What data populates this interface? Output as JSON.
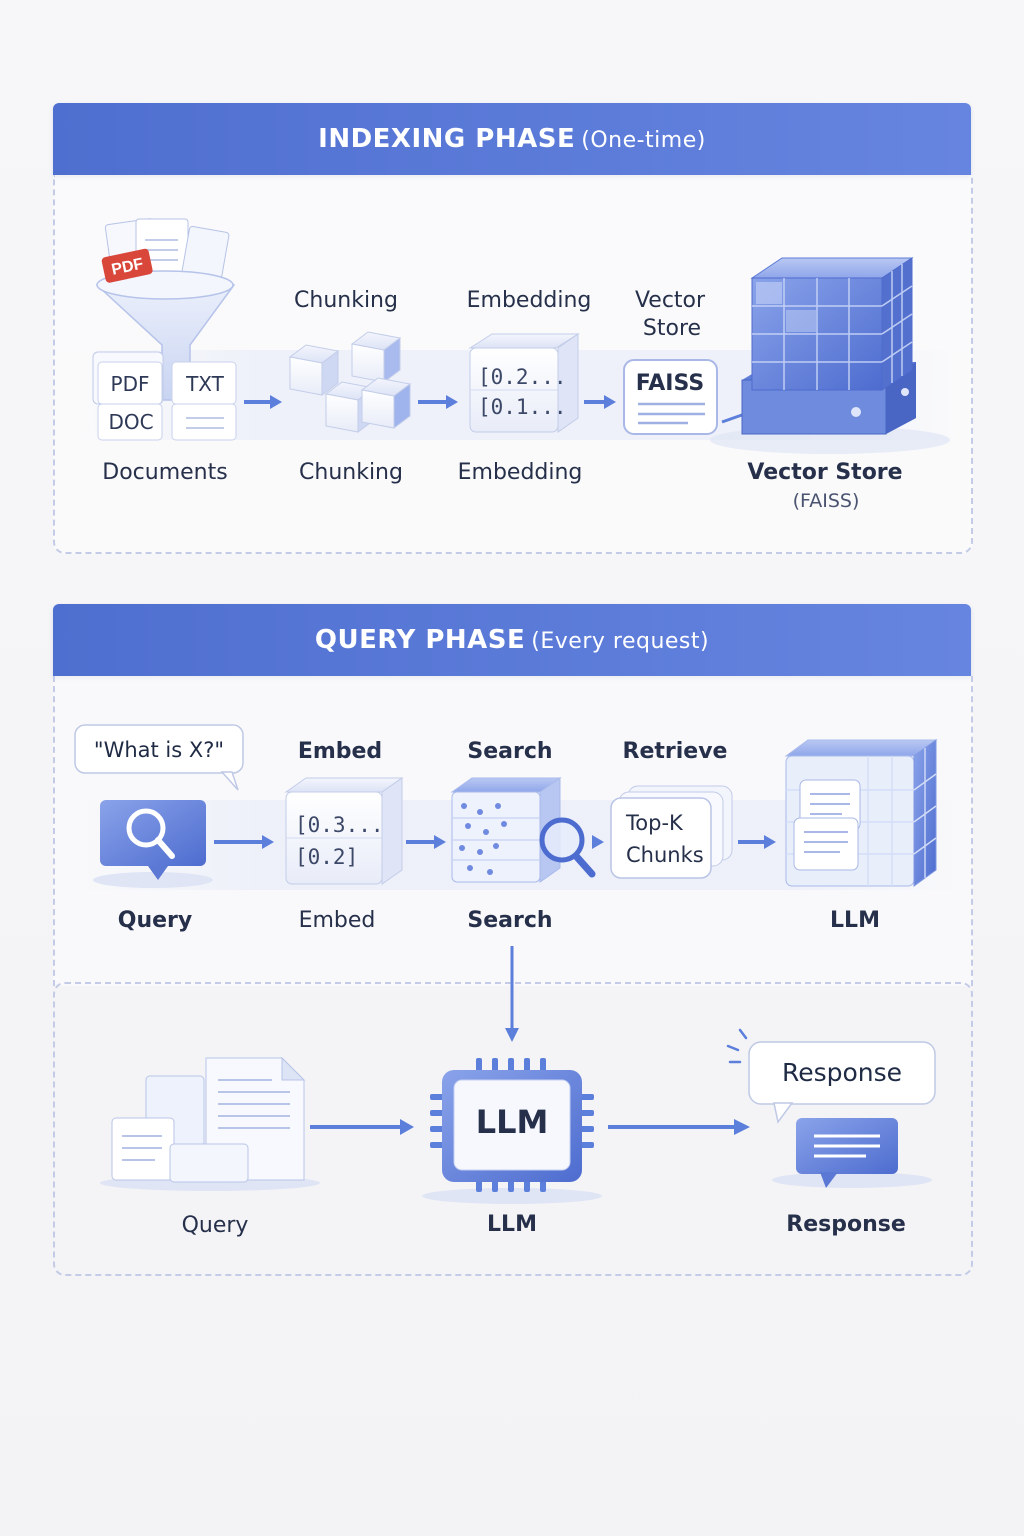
{
  "indexing": {
    "title": "INDEXING PHASE",
    "subtitle": "(One-time)",
    "doc_tags": [
      "PDF",
      "TXT",
      "DOC"
    ],
    "pdf_badge": "PDF",
    "top_labels": {
      "chunking": "Chunking",
      "embedding": "Embedding",
      "vector_store_line1": "Vector",
      "vector_store_line2": "Store"
    },
    "embedding_values": [
      "[0.2...",
      "[0.1..."
    ],
    "faiss_card": "FAISS",
    "bottom_labels": {
      "documents": "Documents",
      "chunking": "Chunking",
      "embedding": "Embedding",
      "vector_store": "Vector Store",
      "vector_store_sub": "(FAISS)"
    }
  },
  "query": {
    "title": "QUERY PHASE",
    "subtitle": "(Every request)",
    "question_bubble": "\"What is X?\"",
    "top_labels": {
      "embed": "Embed",
      "search": "Search",
      "retrieve": "Retrieve"
    },
    "embed_values": [
      "[0.3...",
      "[0.2]"
    ],
    "topk_line1": "Top-K",
    "topk_line2": "Chunks",
    "bottom_labels": {
      "query": "Query",
      "embed": "Embed",
      "search": "Search",
      "llm": "LLM"
    },
    "lower": {
      "chip_label": "LLM",
      "response_bubble": "Response",
      "labels": {
        "query": "Query",
        "llm": "LLM",
        "response": "Response"
      }
    }
  },
  "colors": {
    "header": "#5674d6",
    "accent": "#5d7fdc",
    "pdf_badge": "#d9473b"
  }
}
